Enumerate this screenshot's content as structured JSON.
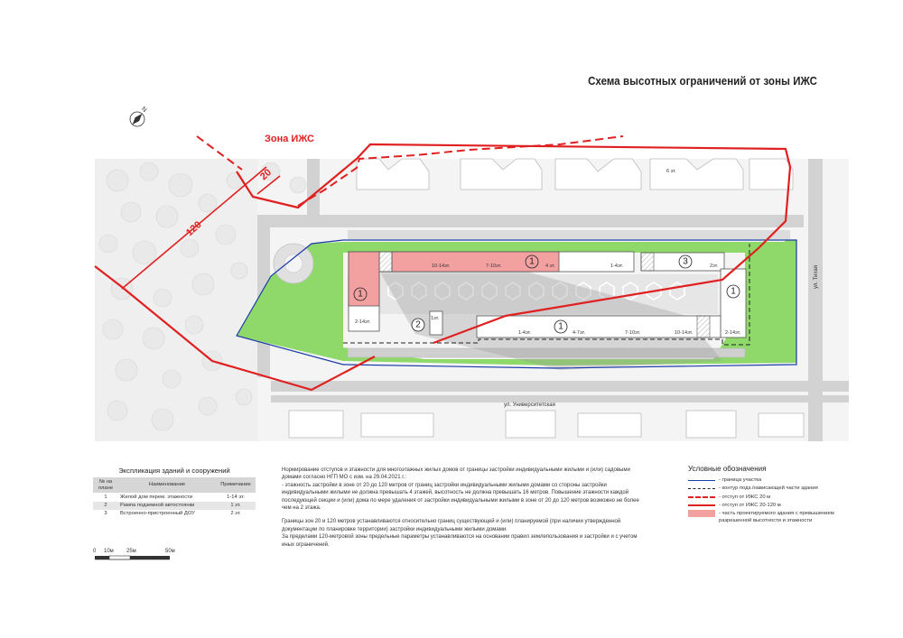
{
  "title": "Схема высотных ограничений от зоны ИЖС",
  "map": {
    "zone_label": "Зона ИЖС",
    "dist_20": "20",
    "dist_120": "120",
    "street_tihaya": "ул. Тихая",
    "street_univ": "ул. Университетская",
    "floors_6": "6 эт.",
    "bldg_1": "1",
    "bldg_2": "2",
    "bldg_3": "3",
    "labels": {
      "f10_14_top": "10-14эт.",
      "f7_10_top": "7-10эт.",
      "f4_top": "4 эт.",
      "f1_4_top": "1-4эт.",
      "f2_bldg3": "2эт.",
      "f2_14_left": "2-14эт.",
      "f1_ramp": "1эт.",
      "f1_4_bot": "1-4эт.",
      "f4_7_bot": "4-7эт.",
      "f7_10_bot": "7-10эт.",
      "f10_14_bot": "10-14эт.",
      "f2_14_right": "2-14эт."
    }
  },
  "explication": {
    "title": "Экспликация зданий и сооружений",
    "headers": [
      "№ на плане",
      "Наименование",
      "Примечание"
    ],
    "rows": [
      {
        "num": "1",
        "name": "Жилой дом перем. этажности",
        "note": "1-14 эт."
      },
      {
        "num": "2",
        "name": "Рампа подземной автостоянки",
        "note": "1 эт."
      },
      {
        "num": "3",
        "name": "Встроенно-пристроенный ДОУ",
        "note": "2 эт."
      }
    ]
  },
  "scale": {
    "t0": "0",
    "t10": "10м",
    "t25": "25м",
    "t50": "50м"
  },
  "notes": {
    "p1": "Нормирование отступов и этажности для многоэтажных жилых домов от границы застройки индивидуальными жилыми и (или) садовыми домами согласно НГП МО с изм. на 29.04.2021 г.:",
    "p2": "- этажность застройки в зоне от 20 до 120 метров от границ застройки индивидуальными жилыми домами со стороны застройки индивидуальными жилыми не должна превышать 4 этажей, высотность не должна превышать 16 метров. Повышение этажности каждой последующей секции и (или) дома по мере удаления от застройки индивидуальными жилыми в зоне от 20 до 120 метров возможно не более чем на 2 этажа.",
    "p3": "Границы зон 20 и 120 метров устанавливаются относительно границ существующей и (или) планируемой (при наличии утвержденной документации по планировке территории) застройки индивидуальными жилыми домами.",
    "p4": "За пределами 120-метровой зоны предельные параметры устанавливаются на основании правил землепользования и застройки и с учетом иных ограничений."
  },
  "legend": {
    "title": "Условные обозначения",
    "items": [
      {
        "label": "- граница участка"
      },
      {
        "label": "- контур подз./нависающей части здания"
      },
      {
        "label": "- отступ от ИЖС 20 м"
      },
      {
        "label": "- отступ от ИЖС 20-120 м"
      },
      {
        "label": "- часть проектируемого здания с превышением разрешенной высотности и этажности"
      }
    ]
  },
  "colors": {
    "green": "#8fd86a",
    "red": "#e02020",
    "pink": "#f2a0a0",
    "blue": "#1a3aa8",
    "gray": "#d4d4d4"
  }
}
